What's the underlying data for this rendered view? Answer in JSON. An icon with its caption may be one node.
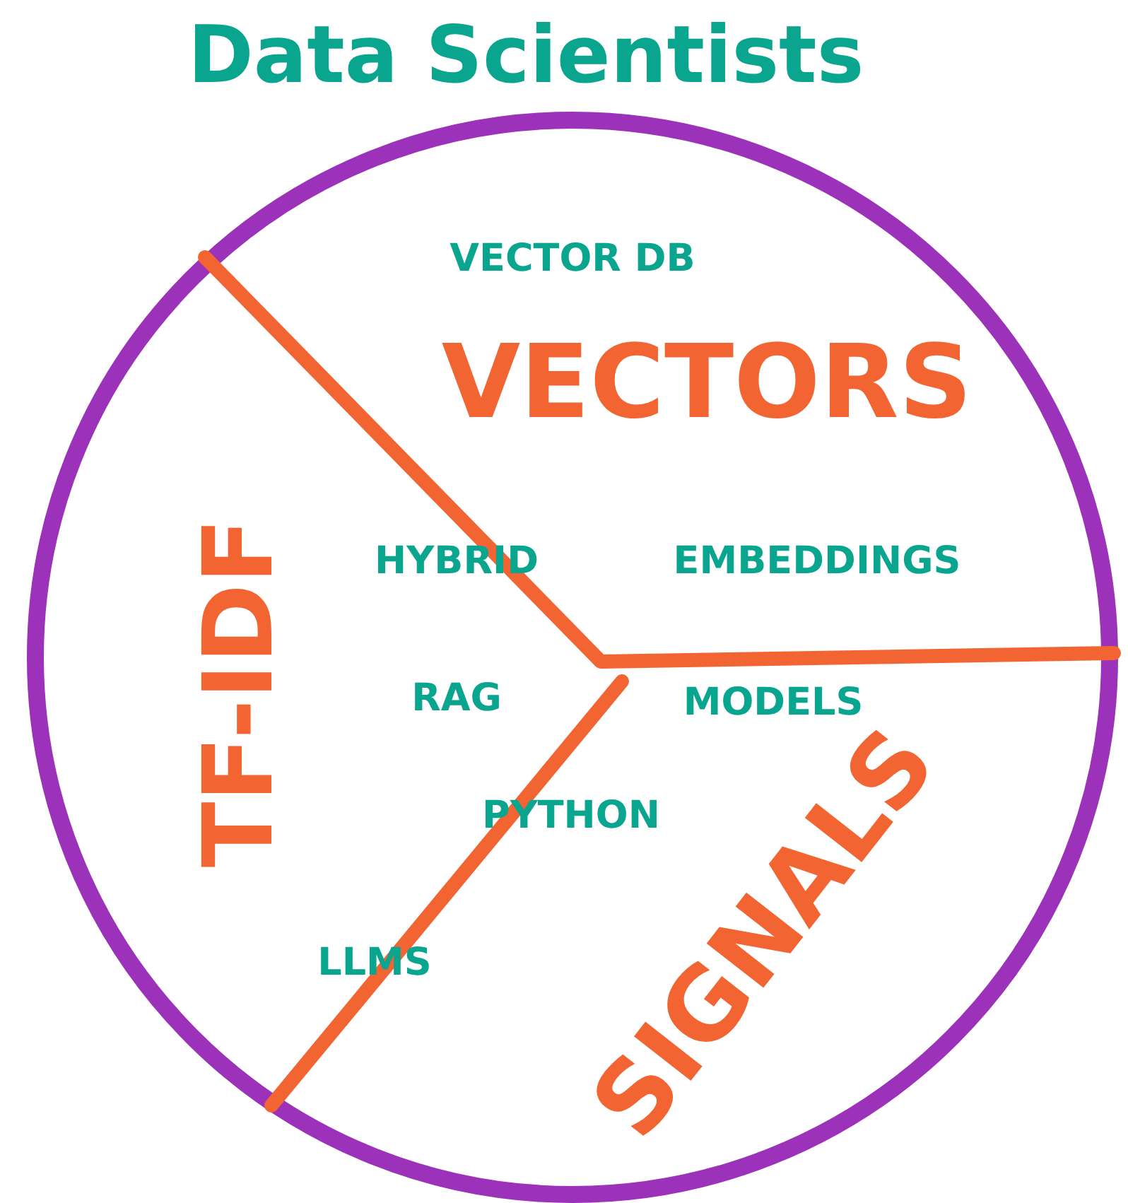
{
  "diagram": {
    "title": "Data Scientists",
    "labels": [
      "VECTOR DB",
      "VECTORS",
      "TF-IDF",
      "HYBRID",
      "EMBEDDINGS",
      "RAG",
      "MODELS",
      "PYTHON",
      "SIGNALS",
      "LLMS"
    ]
  }
}
